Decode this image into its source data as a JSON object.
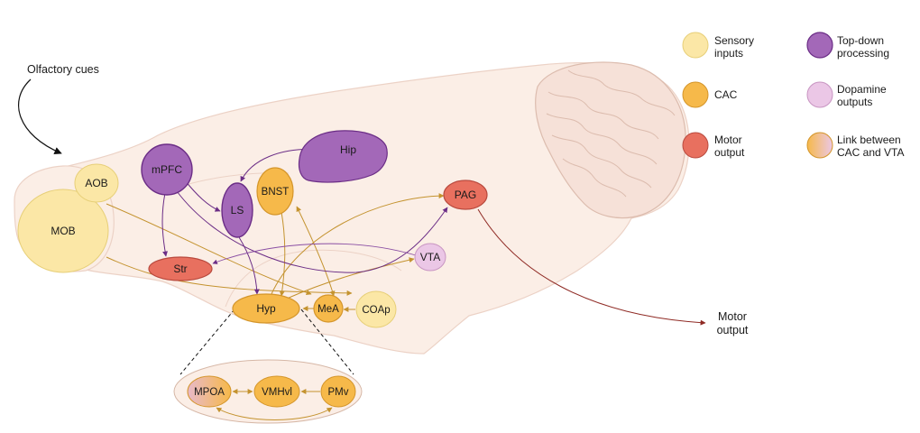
{
  "annotations": {
    "olfactory_cues": "Olfactory cues",
    "motor_output_line1": "Motor",
    "motor_output_line2": "output"
  },
  "nodes": {
    "aob": "AOB",
    "mob": "MOB",
    "mpfc": "mPFC",
    "ls": "LS",
    "bnst": "BNST",
    "hip": "Hip",
    "str": "Str",
    "pag": "PAG",
    "vta": "VTA",
    "hyp": "Hyp",
    "mea": "MeA",
    "coap": "COAp",
    "mpoa": "MPOA",
    "vmhvl": "VMHvl",
    "pmv": "PMv"
  },
  "legend": {
    "sensory_line1": "Sensory",
    "sensory_line2": "inputs",
    "cac": "CAC",
    "motor_line1": "Motor",
    "motor_line2": "output",
    "topdown_line1": "Top-down",
    "topdown_line2": "processing",
    "dopamine_line1": "Dopamine",
    "dopamine_line2": "outputs",
    "link_line1": "Link between",
    "link_line2": "CAC and VTA"
  },
  "colors": {
    "sensory": "#fbe7a6",
    "cac": "#f6b94a",
    "motor": "#e8705f",
    "topdown": "#a368b8",
    "dopamine": "#ebc7e6",
    "brain_fill": "#fbeee6",
    "arrow_orange": "#c4932f",
    "arrow_purple": "#6b2d86",
    "arrow_red": "#8f2a24"
  }
}
